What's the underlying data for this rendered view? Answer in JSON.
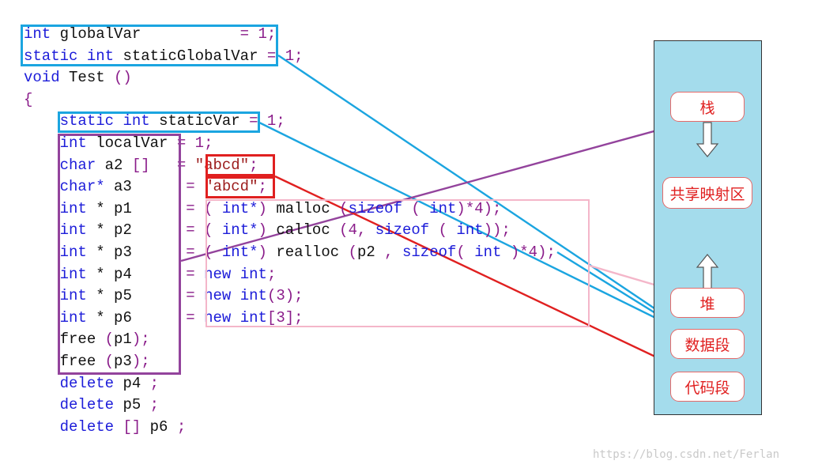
{
  "code_lines": [
    {
      "id": "line-globalvar",
      "tokens": [
        {
          "t": "int",
          "c": "kw"
        },
        {
          "t": " ",
          "c": "id"
        },
        {
          "t": "globalVar",
          "c": "id"
        },
        {
          "t": "           ",
          "c": "id"
        },
        {
          "t": "=",
          "c": "op"
        },
        {
          "t": " ",
          "c": "id"
        },
        {
          "t": "1",
          "c": "num"
        },
        {
          "t": ";",
          "c": "op"
        }
      ]
    },
    {
      "id": "line-staticglobalvar",
      "tokens": [
        {
          "t": "static",
          "c": "kw"
        },
        {
          "t": " ",
          "c": "id"
        },
        {
          "t": "int",
          "c": "kw"
        },
        {
          "t": " ",
          "c": "id"
        },
        {
          "t": "staticGlobalVar",
          "c": "id"
        },
        {
          "t": " ",
          "c": "id"
        },
        {
          "t": "=",
          "c": "op"
        },
        {
          "t": " ",
          "c": "id"
        },
        {
          "t": "1",
          "c": "num"
        },
        {
          "t": ";",
          "c": "op"
        }
      ]
    },
    {
      "id": "line-void-test",
      "tokens": [
        {
          "t": "void",
          "c": "kw"
        },
        {
          "t": " ",
          "c": "id"
        },
        {
          "t": "Test",
          "c": "id"
        },
        {
          "t": " ",
          "c": "id"
        },
        {
          "t": "()",
          "c": "op"
        }
      ]
    },
    {
      "id": "line-open-brace",
      "tokens": [
        {
          "t": "{",
          "c": "brace"
        }
      ]
    },
    {
      "id": "line-staticvar",
      "tokens": [
        {
          "t": "    ",
          "c": "id"
        },
        {
          "t": "static",
          "c": "kw"
        },
        {
          "t": " ",
          "c": "id"
        },
        {
          "t": "int",
          "c": "kw"
        },
        {
          "t": " ",
          "c": "id"
        },
        {
          "t": "staticVar",
          "c": "id"
        },
        {
          "t": " ",
          "c": "id"
        },
        {
          "t": "=",
          "c": "op"
        },
        {
          "t": " ",
          "c": "id"
        },
        {
          "t": "1",
          "c": "num"
        },
        {
          "t": ";",
          "c": "op"
        }
      ]
    },
    {
      "id": "line-localvar",
      "tokens": [
        {
          "t": "    ",
          "c": "id"
        },
        {
          "t": "int",
          "c": "kw"
        },
        {
          "t": " ",
          "c": "id"
        },
        {
          "t": "localVar",
          "c": "id"
        },
        {
          "t": " ",
          "c": "id"
        },
        {
          "t": "=",
          "c": "op"
        },
        {
          "t": " ",
          "c": "id"
        },
        {
          "t": "1",
          "c": "num"
        },
        {
          "t": ";",
          "c": "op"
        }
      ]
    },
    {
      "id": "line-a2",
      "tokens": [
        {
          "t": "    ",
          "c": "id"
        },
        {
          "t": "char",
          "c": "kw"
        },
        {
          "t": " ",
          "c": "id"
        },
        {
          "t": "a2",
          "c": "id"
        },
        {
          "t": " ",
          "c": "id"
        },
        {
          "t": "[]",
          "c": "op"
        },
        {
          "t": "   ",
          "c": "id"
        },
        {
          "t": "=",
          "c": "op"
        },
        {
          "t": " ",
          "c": "id"
        },
        {
          "t": "\"abcd\"",
          "c": "str"
        },
        {
          "t": ";",
          "c": "op"
        }
      ]
    },
    {
      "id": "line-a3",
      "tokens": [
        {
          "t": "    ",
          "c": "id"
        },
        {
          "t": "char*",
          "c": "kw"
        },
        {
          "t": " ",
          "c": "id"
        },
        {
          "t": "a3",
          "c": "id"
        },
        {
          "t": "      ",
          "c": "id"
        },
        {
          "t": "=",
          "c": "op"
        },
        {
          "t": " ",
          "c": "id"
        },
        {
          "t": "\"abcd\"",
          "c": "str"
        },
        {
          "t": ";",
          "c": "op"
        }
      ]
    },
    {
      "id": "line-p1",
      "tokens": [
        {
          "t": "    ",
          "c": "id"
        },
        {
          "t": "int",
          "c": "kw"
        },
        {
          "t": " ",
          "c": "id"
        },
        {
          "t": "*",
          "c": "id"
        },
        {
          "t": " ",
          "c": "id"
        },
        {
          "t": "p1",
          "c": "id"
        },
        {
          "t": "      ",
          "c": "id"
        },
        {
          "t": "=",
          "c": "op"
        },
        {
          "t": " ",
          "c": "id"
        },
        {
          "t": "(",
          "c": "op"
        },
        {
          "t": " ",
          "c": "id"
        },
        {
          "t": "int*",
          "c": "kw"
        },
        {
          "t": ")",
          "c": "op"
        },
        {
          "t": " ",
          "c": "id"
        },
        {
          "t": "malloc",
          "c": "id"
        },
        {
          "t": " ",
          "c": "id"
        },
        {
          "t": "(",
          "c": "op"
        },
        {
          "t": "sizeof",
          "c": "kw"
        },
        {
          "t": " ",
          "c": "id"
        },
        {
          "t": "(",
          "c": "op"
        },
        {
          "t": " ",
          "c": "id"
        },
        {
          "t": "int",
          "c": "kw"
        },
        {
          "t": ")",
          "c": "op"
        },
        {
          "t": "*",
          "c": "op"
        },
        {
          "t": "4",
          "c": "num"
        },
        {
          "t": ");",
          "c": "op"
        }
      ]
    },
    {
      "id": "line-p2",
      "tokens": [
        {
          "t": "    ",
          "c": "id"
        },
        {
          "t": "int",
          "c": "kw"
        },
        {
          "t": " ",
          "c": "id"
        },
        {
          "t": "*",
          "c": "id"
        },
        {
          "t": " ",
          "c": "id"
        },
        {
          "t": "p2",
          "c": "id"
        },
        {
          "t": "      ",
          "c": "id"
        },
        {
          "t": "=",
          "c": "op"
        },
        {
          "t": " ",
          "c": "id"
        },
        {
          "t": "(",
          "c": "op"
        },
        {
          "t": " ",
          "c": "id"
        },
        {
          "t": "int*",
          "c": "kw"
        },
        {
          "t": ")",
          "c": "op"
        },
        {
          "t": " ",
          "c": "id"
        },
        {
          "t": "calloc",
          "c": "id"
        },
        {
          "t": " ",
          "c": "id"
        },
        {
          "t": "(",
          "c": "op"
        },
        {
          "t": "4",
          "c": "num"
        },
        {
          "t": ",",
          "c": "op"
        },
        {
          "t": " ",
          "c": "id"
        },
        {
          "t": "sizeof",
          "c": "kw"
        },
        {
          "t": " ",
          "c": "id"
        },
        {
          "t": "(",
          "c": "op"
        },
        {
          "t": " ",
          "c": "id"
        },
        {
          "t": "int",
          "c": "kw"
        },
        {
          "t": "));",
          "c": "op"
        }
      ]
    },
    {
      "id": "line-p3",
      "tokens": [
        {
          "t": "    ",
          "c": "id"
        },
        {
          "t": "int",
          "c": "kw"
        },
        {
          "t": " ",
          "c": "id"
        },
        {
          "t": "*",
          "c": "id"
        },
        {
          "t": " ",
          "c": "id"
        },
        {
          "t": "p3",
          "c": "id"
        },
        {
          "t": "      ",
          "c": "id"
        },
        {
          "t": "=",
          "c": "op"
        },
        {
          "t": " ",
          "c": "id"
        },
        {
          "t": "(",
          "c": "op"
        },
        {
          "t": " ",
          "c": "id"
        },
        {
          "t": "int*",
          "c": "kw"
        },
        {
          "t": ")",
          "c": "op"
        },
        {
          "t": " ",
          "c": "id"
        },
        {
          "t": "realloc",
          "c": "id"
        },
        {
          "t": " ",
          "c": "id"
        },
        {
          "t": "(",
          "c": "op"
        },
        {
          "t": "p2",
          "c": "id"
        },
        {
          "t": " ",
          "c": "id"
        },
        {
          "t": ",",
          "c": "op"
        },
        {
          "t": " ",
          "c": "id"
        },
        {
          "t": "sizeof",
          "c": "kw"
        },
        {
          "t": "(",
          "c": "op"
        },
        {
          "t": " ",
          "c": "id"
        },
        {
          "t": "int",
          "c": "kw"
        },
        {
          "t": " ",
          "c": "id"
        },
        {
          "t": ")",
          "c": "op"
        },
        {
          "t": "*",
          "c": "op"
        },
        {
          "t": "4",
          "c": "num"
        },
        {
          "t": ");",
          "c": "op"
        }
      ]
    },
    {
      "id": "line-p4",
      "tokens": [
        {
          "t": "    ",
          "c": "id"
        },
        {
          "t": "int",
          "c": "kw"
        },
        {
          "t": " ",
          "c": "id"
        },
        {
          "t": "*",
          "c": "id"
        },
        {
          "t": " ",
          "c": "id"
        },
        {
          "t": "p4",
          "c": "id"
        },
        {
          "t": "      ",
          "c": "id"
        },
        {
          "t": "=",
          "c": "op"
        },
        {
          "t": " ",
          "c": "id"
        },
        {
          "t": "new",
          "c": "kw"
        },
        {
          "t": " ",
          "c": "id"
        },
        {
          "t": "int",
          "c": "kw"
        },
        {
          "t": ";",
          "c": "op"
        }
      ]
    },
    {
      "id": "line-p5",
      "tokens": [
        {
          "t": "    ",
          "c": "id"
        },
        {
          "t": "int",
          "c": "kw"
        },
        {
          "t": " ",
          "c": "id"
        },
        {
          "t": "*",
          "c": "id"
        },
        {
          "t": " ",
          "c": "id"
        },
        {
          "t": "p5",
          "c": "id"
        },
        {
          "t": "      ",
          "c": "id"
        },
        {
          "t": "=",
          "c": "op"
        },
        {
          "t": " ",
          "c": "id"
        },
        {
          "t": "new",
          "c": "kw"
        },
        {
          "t": " ",
          "c": "id"
        },
        {
          "t": "int",
          "c": "kw"
        },
        {
          "t": "(",
          "c": "op"
        },
        {
          "t": "3",
          "c": "num"
        },
        {
          "t": ");",
          "c": "op"
        }
      ]
    },
    {
      "id": "line-p6",
      "tokens": [
        {
          "t": "    ",
          "c": "id"
        },
        {
          "t": "int",
          "c": "kw"
        },
        {
          "t": " ",
          "c": "id"
        },
        {
          "t": "*",
          "c": "id"
        },
        {
          "t": " ",
          "c": "id"
        },
        {
          "t": "p6",
          "c": "id"
        },
        {
          "t": "      ",
          "c": "id"
        },
        {
          "t": "=",
          "c": "op"
        },
        {
          "t": " ",
          "c": "id"
        },
        {
          "t": "new",
          "c": "kw"
        },
        {
          "t": " ",
          "c": "id"
        },
        {
          "t": "int",
          "c": "kw"
        },
        {
          "t": "[",
          "c": "op"
        },
        {
          "t": "3",
          "c": "num"
        },
        {
          "t": "];",
          "c": "op"
        }
      ]
    },
    {
      "id": "line-free-p1",
      "tokens": [
        {
          "t": "    ",
          "c": "id"
        },
        {
          "t": "free",
          "c": "id"
        },
        {
          "t": " ",
          "c": "id"
        },
        {
          "t": "(",
          "c": "op"
        },
        {
          "t": "p1",
          "c": "id"
        },
        {
          "t": ");",
          "c": "op"
        }
      ]
    },
    {
      "id": "line-free-p3",
      "tokens": [
        {
          "t": "    ",
          "c": "id"
        },
        {
          "t": "free",
          "c": "id"
        },
        {
          "t": " ",
          "c": "id"
        },
        {
          "t": "(",
          "c": "op"
        },
        {
          "t": "p3",
          "c": "id"
        },
        {
          "t": ");",
          "c": "op"
        }
      ]
    },
    {
      "id": "line-delete-p4",
      "tokens": [
        {
          "t": "    ",
          "c": "id"
        },
        {
          "t": "delete",
          "c": "kw"
        },
        {
          "t": " ",
          "c": "id"
        },
        {
          "t": "p4",
          "c": "id"
        },
        {
          "t": " ",
          "c": "id"
        },
        {
          "t": ";",
          "c": "op"
        }
      ]
    },
    {
      "id": "line-delete-p5",
      "tokens": [
        {
          "t": "    ",
          "c": "id"
        },
        {
          "t": "delete",
          "c": "kw"
        },
        {
          "t": " ",
          "c": "id"
        },
        {
          "t": "p5",
          "c": "id"
        },
        {
          "t": " ",
          "c": "id"
        },
        {
          "t": ";",
          "c": "op"
        }
      ]
    },
    {
      "id": "line-delete-p6",
      "tokens": [
        {
          "t": "    ",
          "c": "id"
        },
        {
          "t": "delete",
          "c": "kw"
        },
        {
          "t": " ",
          "c": "id"
        },
        {
          "t": "[]",
          "c": "op"
        },
        {
          "t": " ",
          "c": "id"
        },
        {
          "t": "p6",
          "c": "id"
        },
        {
          "t": " ",
          "c": "id"
        },
        {
          "t": ";",
          "c": "op"
        }
      ]
    }
  ],
  "memory_segments": {
    "stack": "栈",
    "shared_mapping": "共享映射区",
    "heap": "堆",
    "data": "数据段",
    "code": "代码段"
  },
  "colors": {
    "static_data_box": "#1ba5e0",
    "local_stack_box": "#93439c",
    "string_literal_box": "#e02020",
    "heap_alloc_box": "#f4b6c9",
    "memory_panel": "#a4dcec"
  },
  "watermark": "https://blog.csdn.net/Ferlan"
}
